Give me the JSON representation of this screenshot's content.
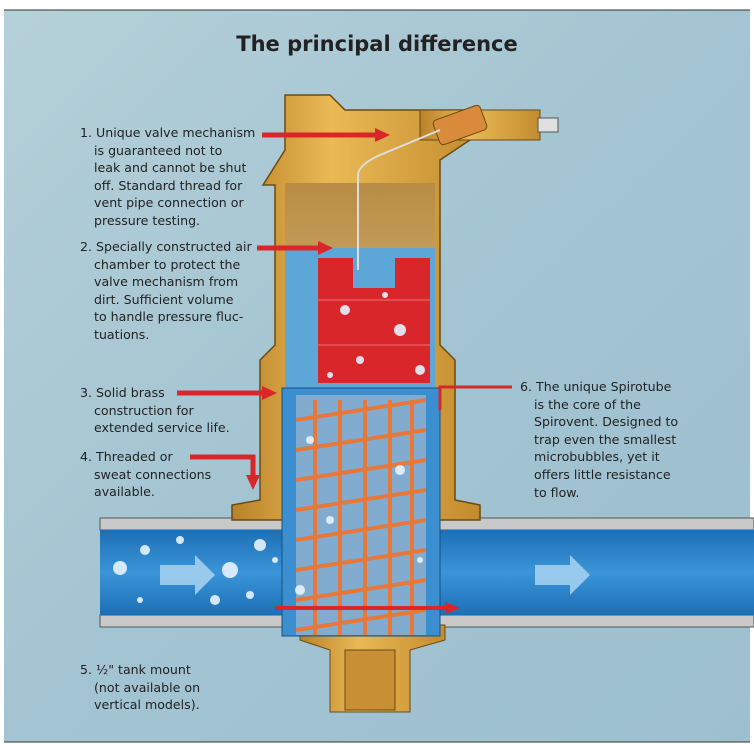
{
  "title": "The principal difference",
  "callouts": [
    {
      "id": "1",
      "lines": [
        "1. Unique valve mechanism",
        "is guaranteed not to",
        "leak and cannot be shut",
        "off. Standard thread for",
        "vent pipe connection or",
        "pressure testing."
      ]
    },
    {
      "id": "2",
      "lines": [
        "2. Specially constructed air",
        "chamber to protect the",
        "valve mechanism from",
        "dirt. Sufficient volume",
        "to handle pressure fluc-",
        "tuations."
      ]
    },
    {
      "id": "3",
      "lines": [
        "3. Solid brass",
        "construction for",
        "extended service life."
      ]
    },
    {
      "id": "4",
      "lines": [
        "4. Threaded or",
        "sweat connections",
        "available."
      ]
    },
    {
      "id": "5",
      "lines": [
        "5. ½\" tank mount",
        "(not available on",
        "vertical models)."
      ]
    },
    {
      "id": "6",
      "lines": [
        "6. The unique Spirotube",
        "is the core of the",
        "Spirovent. Designed to",
        "trap even the smallest",
        "microbubbles, yet it",
        "offers little resistance",
        "to flow."
      ]
    }
  ],
  "colors": {
    "background": "#a8c7d3",
    "brass": "#d9a441",
    "water": "#2a7fc4",
    "float": "#d8262b",
    "spirotube": "#e8773a",
    "arrow": "#d8262b"
  }
}
